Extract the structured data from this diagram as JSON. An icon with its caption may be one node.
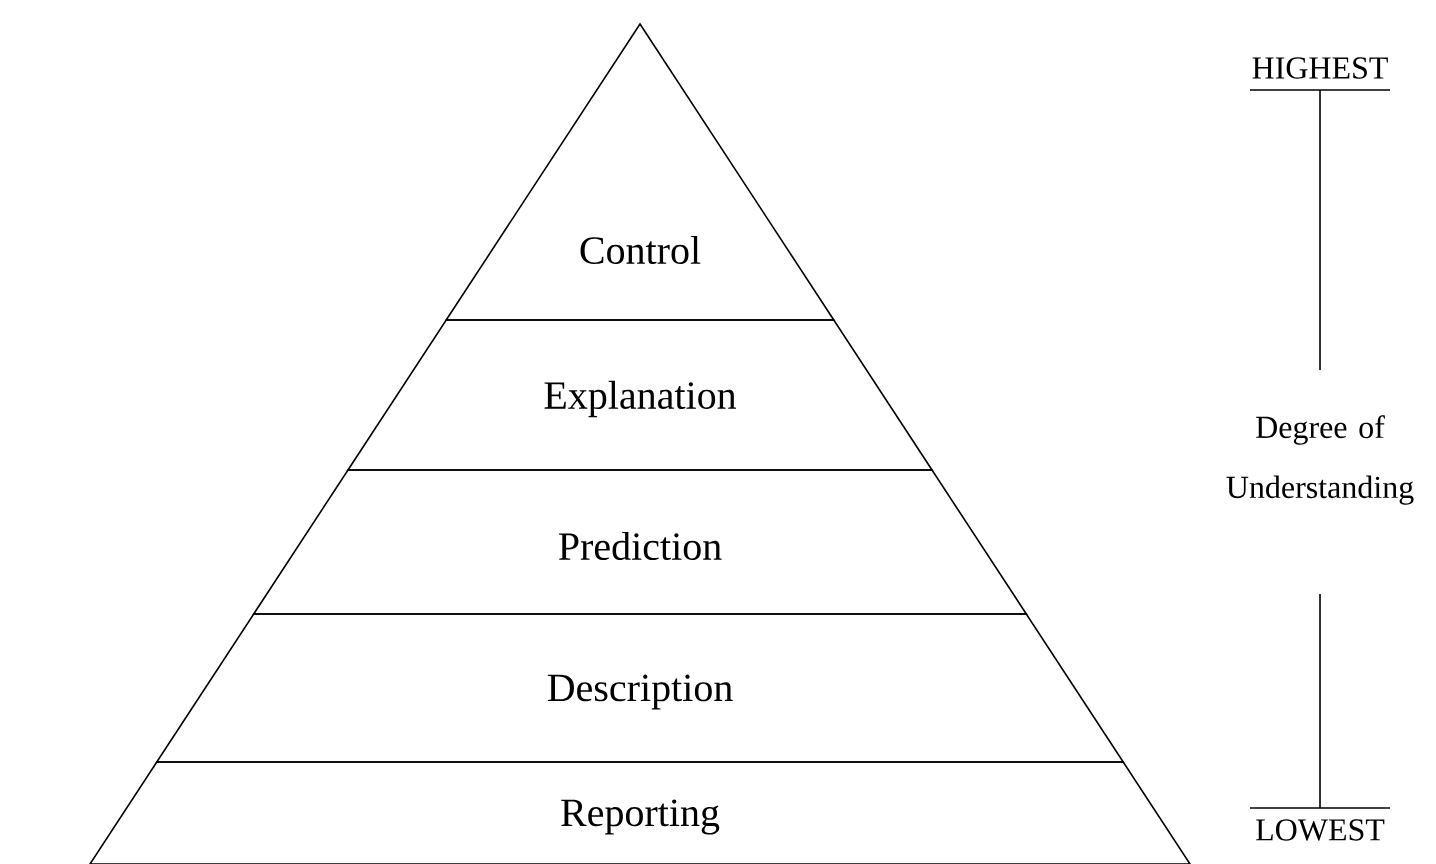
{
  "diagram": {
    "nodes": [
      {
        "text": [
          "Control"
        ]
      },
      {
        "text": [
          "Explanation"
        ]
      },
      {
        "text": [
          "Prediction"
        ]
      },
      {
        "text": [
          "Description"
        ]
      },
      {
        "text": [
          "Reporting"
        ]
      }
    ],
    "labels": [
      "HIGHEST",
      "Degree of Understanding",
      "LOWEST"
    ]
  }
}
